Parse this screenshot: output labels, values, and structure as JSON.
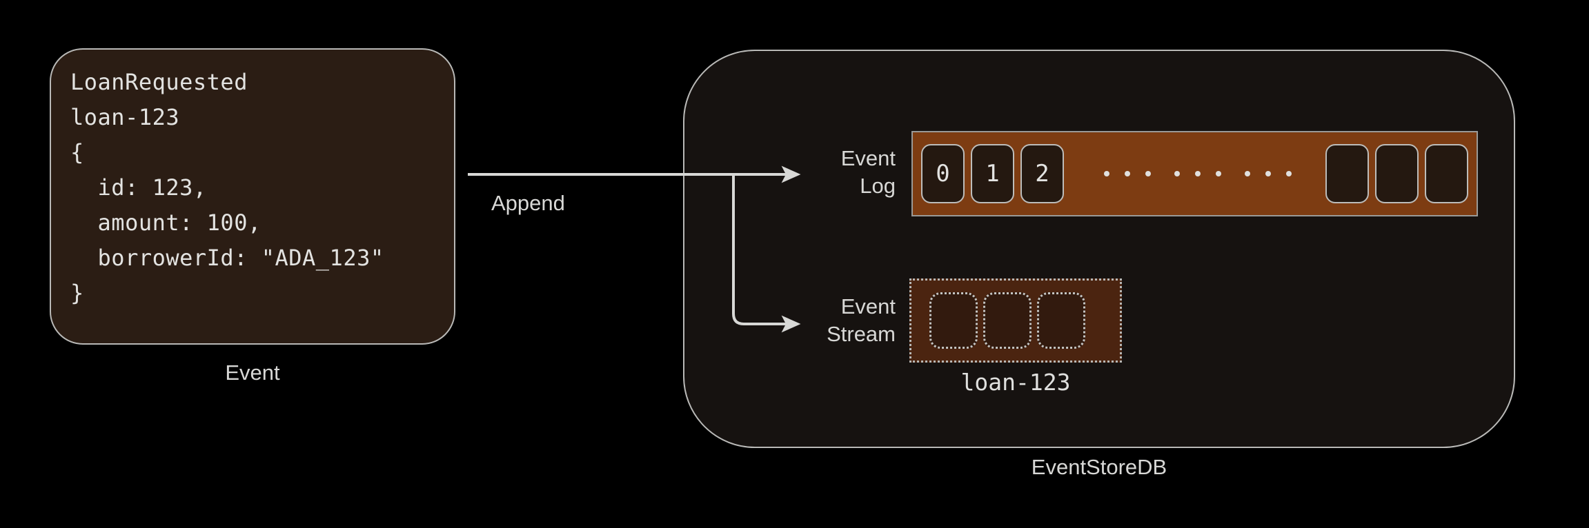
{
  "diagram": {
    "background_color": "#000000",
    "accent_color": "#7d3c12",
    "line_color": "#d8d8d6"
  },
  "event_card": {
    "caption": "Event",
    "code": "LoanRequested\nloan-123\n{\n  id: 123,\n  amount: 100,\n  borrowerId: \"ADA_123\"\n}",
    "fill_color": "#2b1d14",
    "border_color": "#b9b9b7"
  },
  "arrow": {
    "label": "Append"
  },
  "eventstoredb": {
    "caption": "EventStoreDB",
    "fill_color": "#161210",
    "border_color": "#b9b9b7"
  },
  "event_log": {
    "label_line1": "Event",
    "label_line2": "Log",
    "bar_color": "#7d3c12",
    "filled_cells": [
      "0",
      "1",
      "2"
    ],
    "empty_cells_count": 3,
    "ellipsis_groups": 3,
    "ellipsis_dots_per_group": 3
  },
  "event_stream": {
    "label_line1": "Event",
    "label_line2": "Stream",
    "caption": "loan-123",
    "box_color": "#4b2410",
    "empty_cells_count": 3
  }
}
